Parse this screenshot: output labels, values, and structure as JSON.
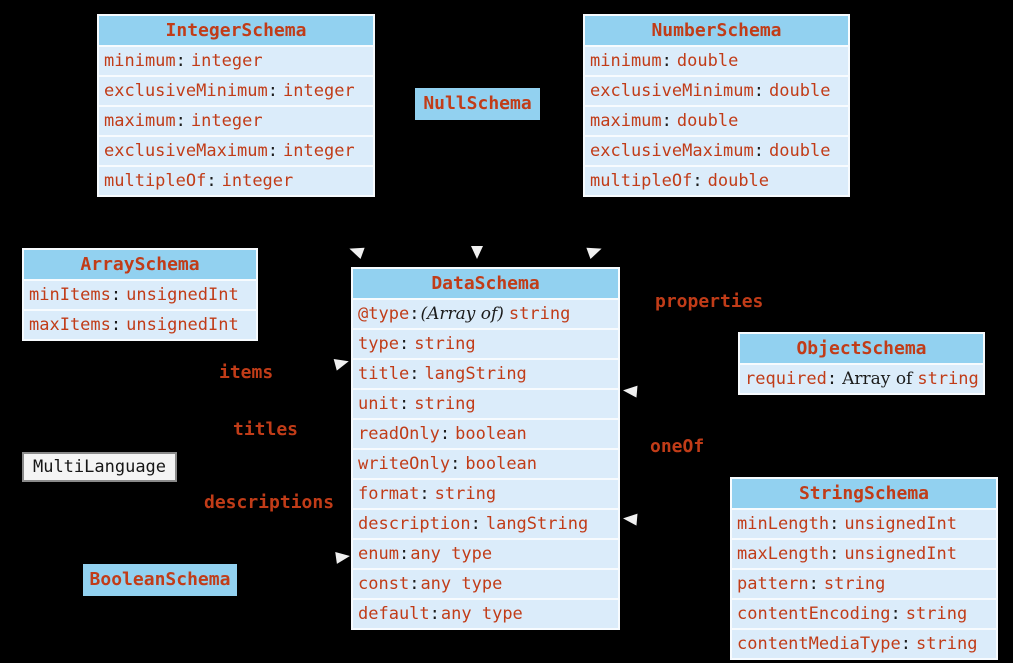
{
  "sym": {
    "colon": ":"
  },
  "palette": {
    "background": "#000000",
    "header_blue": "#92d1f0",
    "row_blue": "#dbecfa",
    "text_red": "#c13c18",
    "text_dark": "#1b1b1b",
    "arrow_white": "#f0f0f0"
  },
  "tables": [
    {
      "title": "IntegerSchema",
      "fields": [
        {
          "name": "minimum",
          "type": "integer"
        },
        {
          "name": "exclusiveMinimum",
          "type": "integer"
        },
        {
          "name": "maximum",
          "type": "integer"
        },
        {
          "name": "exclusiveMaximum",
          "type": "integer"
        },
        {
          "name": "multipleOf",
          "type": "integer"
        }
      ]
    },
    {
      "title": "NumberSchema",
      "fields": [
        {
          "name": "minimum",
          "type": "double"
        },
        {
          "name": "exclusiveMinimum",
          "type": "double"
        },
        {
          "name": "maximum",
          "type": "double"
        },
        {
          "name": "exclusiveMaximum",
          "type": "double"
        },
        {
          "name": "multipleOf",
          "type": "double"
        }
      ]
    },
    {
      "title": "ArraySchema",
      "fields": [
        {
          "name": "minItems",
          "type": "unsignedInt"
        },
        {
          "name": "maxItems",
          "type": "unsignedInt"
        }
      ]
    },
    {
      "title": "DataSchema",
      "fields": [
        {
          "name": "@type",
          "ann": "(Array of)",
          "type": "string"
        },
        {
          "name": "type",
          "type": "string"
        },
        {
          "name": "title",
          "type": "langString"
        },
        {
          "name": "unit",
          "type": "string"
        },
        {
          "name": "readOnly",
          "type": "boolean"
        },
        {
          "name": "writeOnly",
          "type": "boolean"
        },
        {
          "name": "format",
          "type": "string"
        },
        {
          "name": "description",
          "type": "langString"
        },
        {
          "name": "enum",
          "type": "any type"
        },
        {
          "name": "const",
          "type": "any type"
        },
        {
          "name": "default",
          "type": "any type"
        }
      ]
    },
    {
      "title": "ObjectSchema",
      "fields": [
        {
          "name": "required",
          "ann": "Array of",
          "type": "string"
        }
      ]
    },
    {
      "title": "StringSchema",
      "fields": [
        {
          "name": "minLength",
          "type": "unsignedInt"
        },
        {
          "name": "maxLength",
          "type": "unsignedInt"
        },
        {
          "name": "pattern",
          "type": "string"
        },
        {
          "name": "contentEncoding",
          "type": "string"
        },
        {
          "name": "contentMediaType",
          "type": "string"
        }
      ]
    }
  ],
  "boxes": {
    "null_schema": {
      "label": "NullSchema"
    },
    "multi_language": {
      "label": "MultiLanguage"
    },
    "boolean_schema": {
      "label": "BooleanSchema"
    }
  },
  "edge_labels": {
    "properties": "properties",
    "items": "items",
    "titles": "titles",
    "descriptions": "descriptions",
    "one_of": "oneOf"
  }
}
